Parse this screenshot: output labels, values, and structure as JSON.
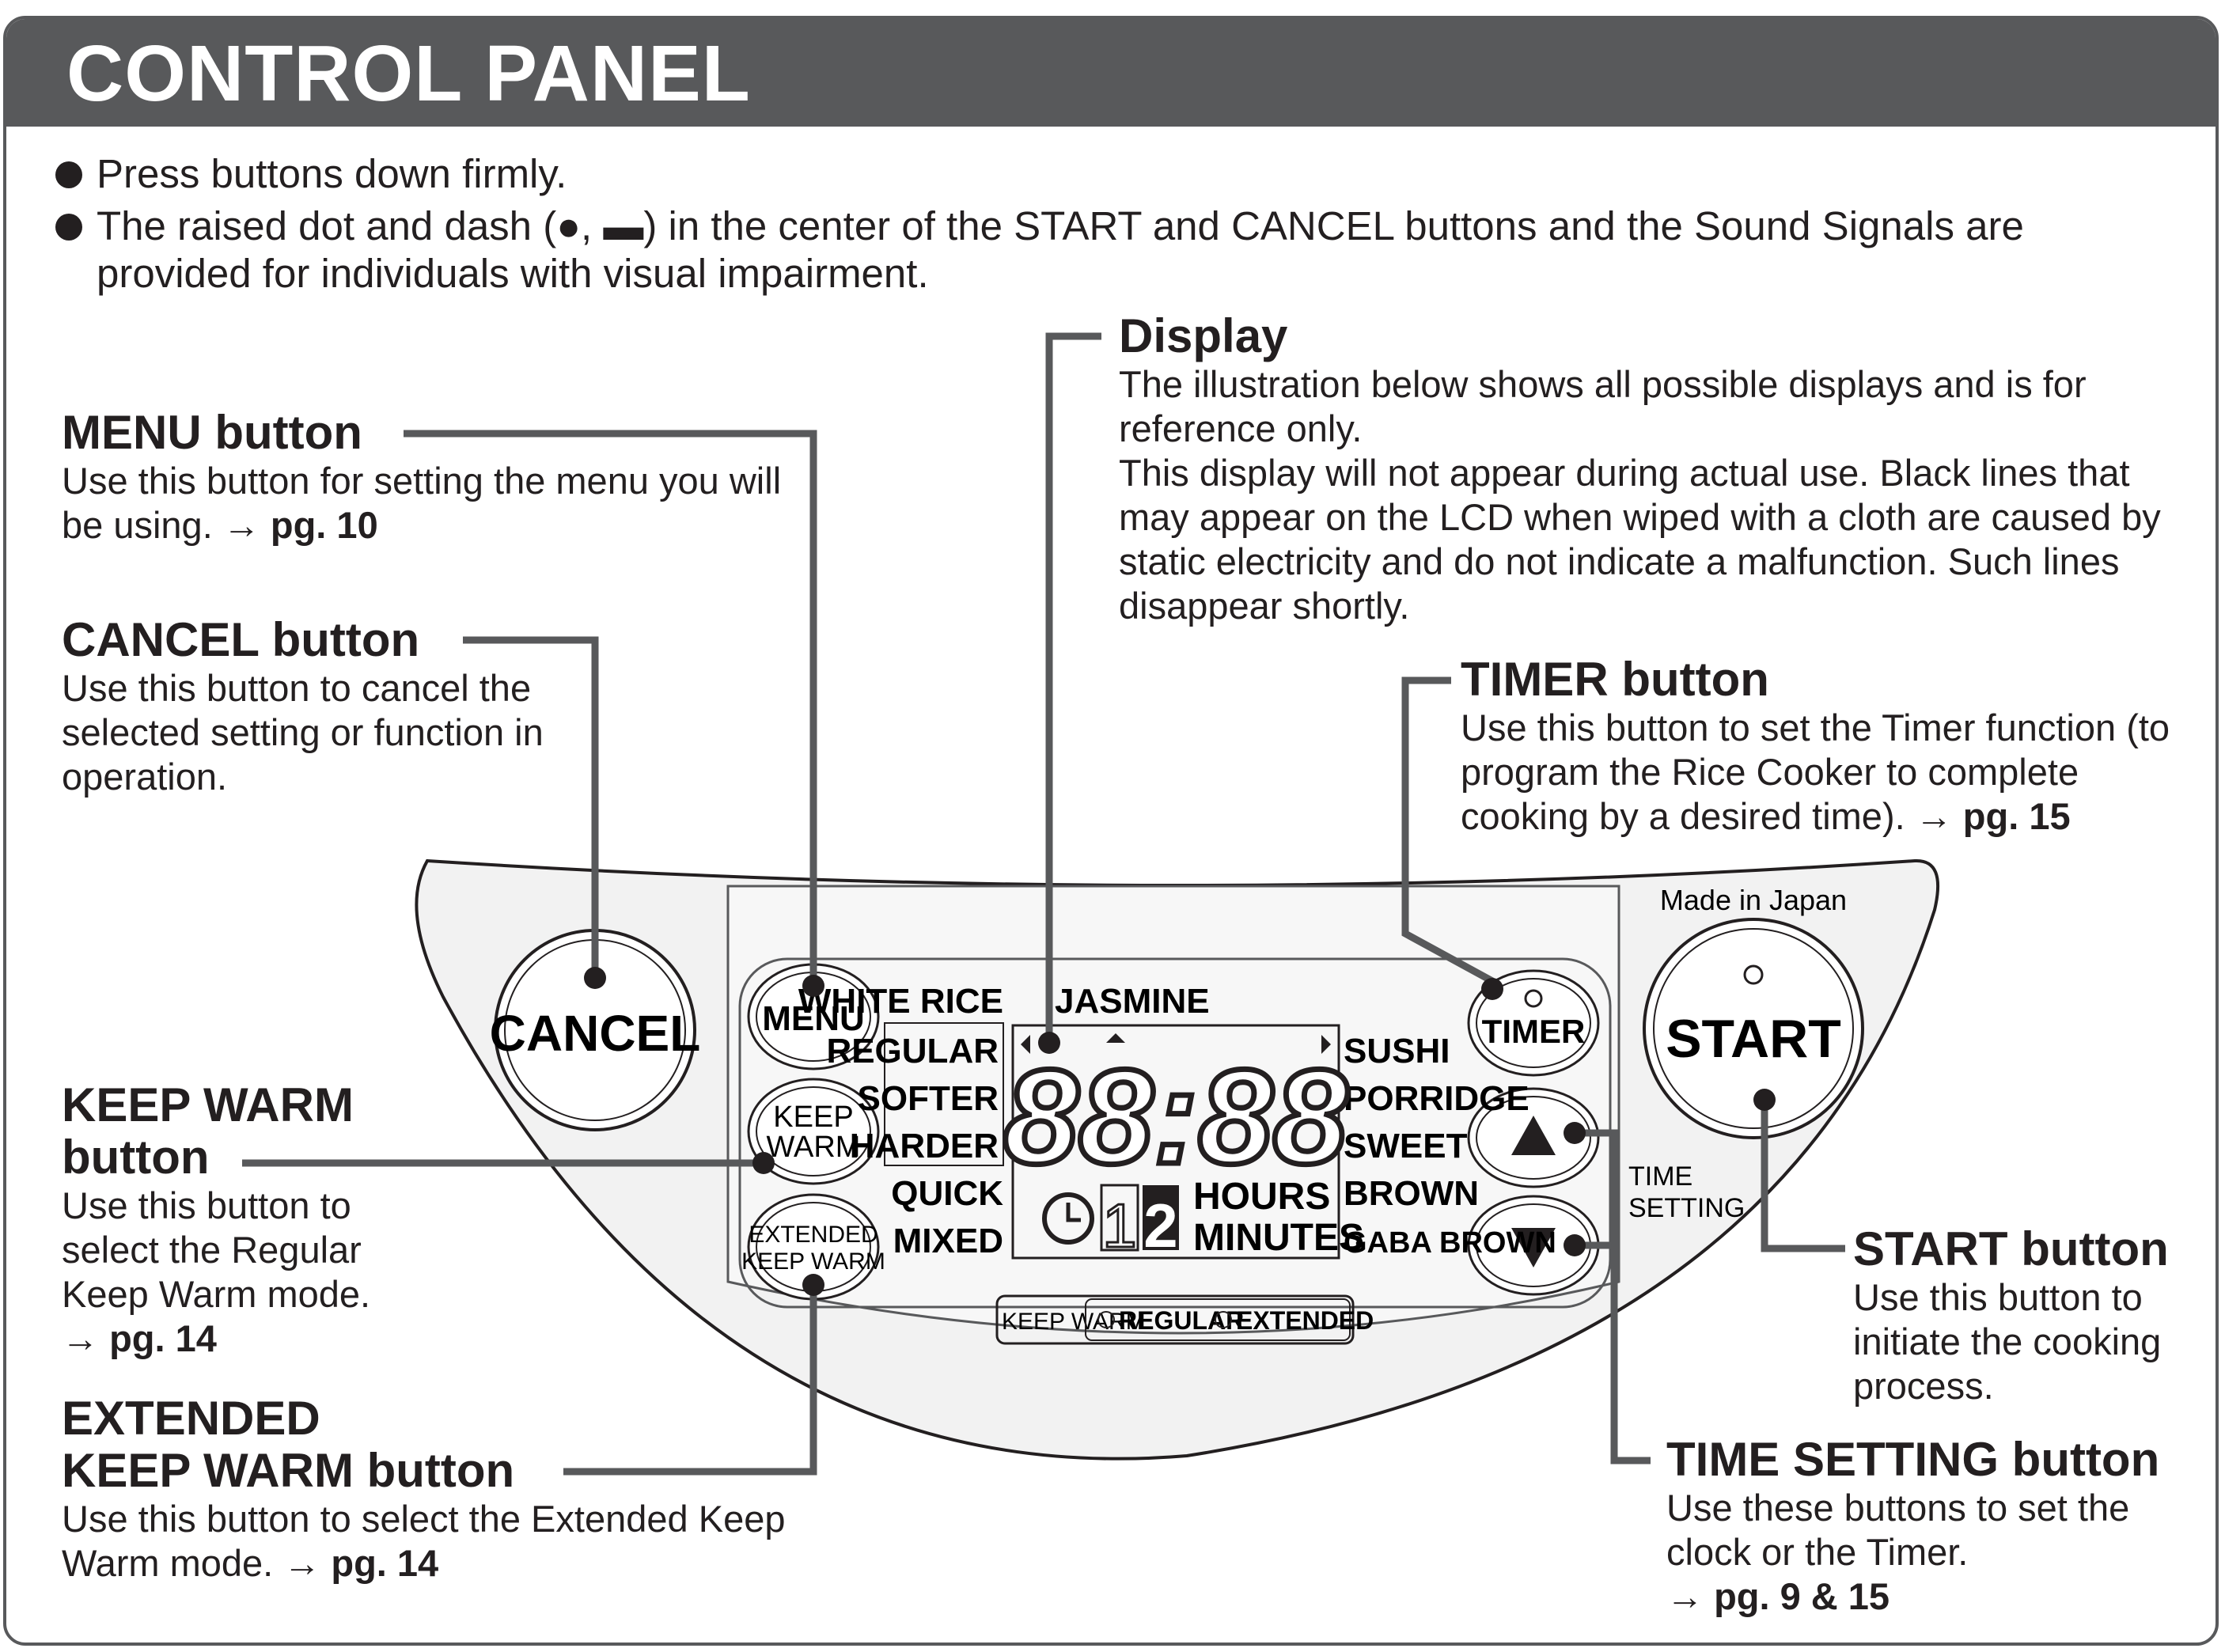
{
  "title": "CONTROL PANEL",
  "notes": [
    "Press buttons down firmly.",
    "The raised dot and dash (●, ▬) in the center of the START and CANCEL buttons and the Sound Signals are provided for individuals with visual impairment."
  ],
  "callouts": {
    "menu": {
      "heading": "MENU button",
      "text": "Use this button for setting the menu you will be using.",
      "page": "pg. 10"
    },
    "cancel": {
      "heading": "CANCEL button",
      "text": "Use this button to cancel the selected setting or function in operation."
    },
    "keep_warm": {
      "heading_1": "KEEP WARM",
      "heading_2": "button",
      "text": "Use this button to select the Regular Keep Warm mode.",
      "page": "pg. 14"
    },
    "extended": {
      "heading_1": "EXTENDED",
      "heading_2": "KEEP WARM button",
      "text": "Use this button to select the Extended Keep Warm mode.",
      "page": "pg. 14"
    },
    "display": {
      "heading": "Display",
      "text_1": "The illustration below shows all possible displays and is for reference only.",
      "text_2": "This display will not appear during actual use. Black lines that may appear on the LCD when wiped with a cloth are caused by static electricity and do not indicate a malfunction. Such lines disappear shortly."
    },
    "timer": {
      "heading": "TIMER button",
      "text": "Use this button to set the Timer function (to program the Rice Cooker to complete cooking by a desired time).",
      "page": "pg. 15"
    },
    "start": {
      "heading": "START button",
      "text": "Use this button to initiate the cooking process."
    },
    "time_setting": {
      "heading": "TIME SETTING button",
      "text": "Use these buttons to set the clock or the Timer.",
      "page": "pg. 9 & 15"
    }
  },
  "arrow": "→",
  "panel": {
    "made_in": "Made in Japan",
    "cancel_label": "CANCEL",
    "start_label": "START",
    "menu_label": "MENU",
    "keep_warm_1": "KEEP",
    "keep_warm_2": "WARM",
    "extended_1": "EXTENDED",
    "extended_2": "KEEP WARM",
    "timer_label": "TIMER",
    "time_setting_1": "TIME",
    "time_setting_2": "SETTING",
    "menu_left": [
      "WHITE RICE",
      "REGULAR",
      "SOFTER",
      "HARDER",
      "QUICK",
      "MIXED"
    ],
    "menu_top": "JASMINE",
    "menu_right": [
      "SUSHI",
      "PORRIDGE",
      "SWEET",
      "BROWN",
      "GABA BROWN"
    ],
    "digits": "88:88",
    "hours": "HOURS",
    "minutes": "MINUTES",
    "timer_1": "1",
    "timer_2": "2",
    "kw_label": "KEEP WARM",
    "kw_regular": "REGULAR",
    "kw_extended": "EXTENDED"
  },
  "colors": {
    "title_bar": "#58595b",
    "text": "#231f20",
    "panel_fill": "#f2f2f2",
    "line": "#58595b"
  }
}
